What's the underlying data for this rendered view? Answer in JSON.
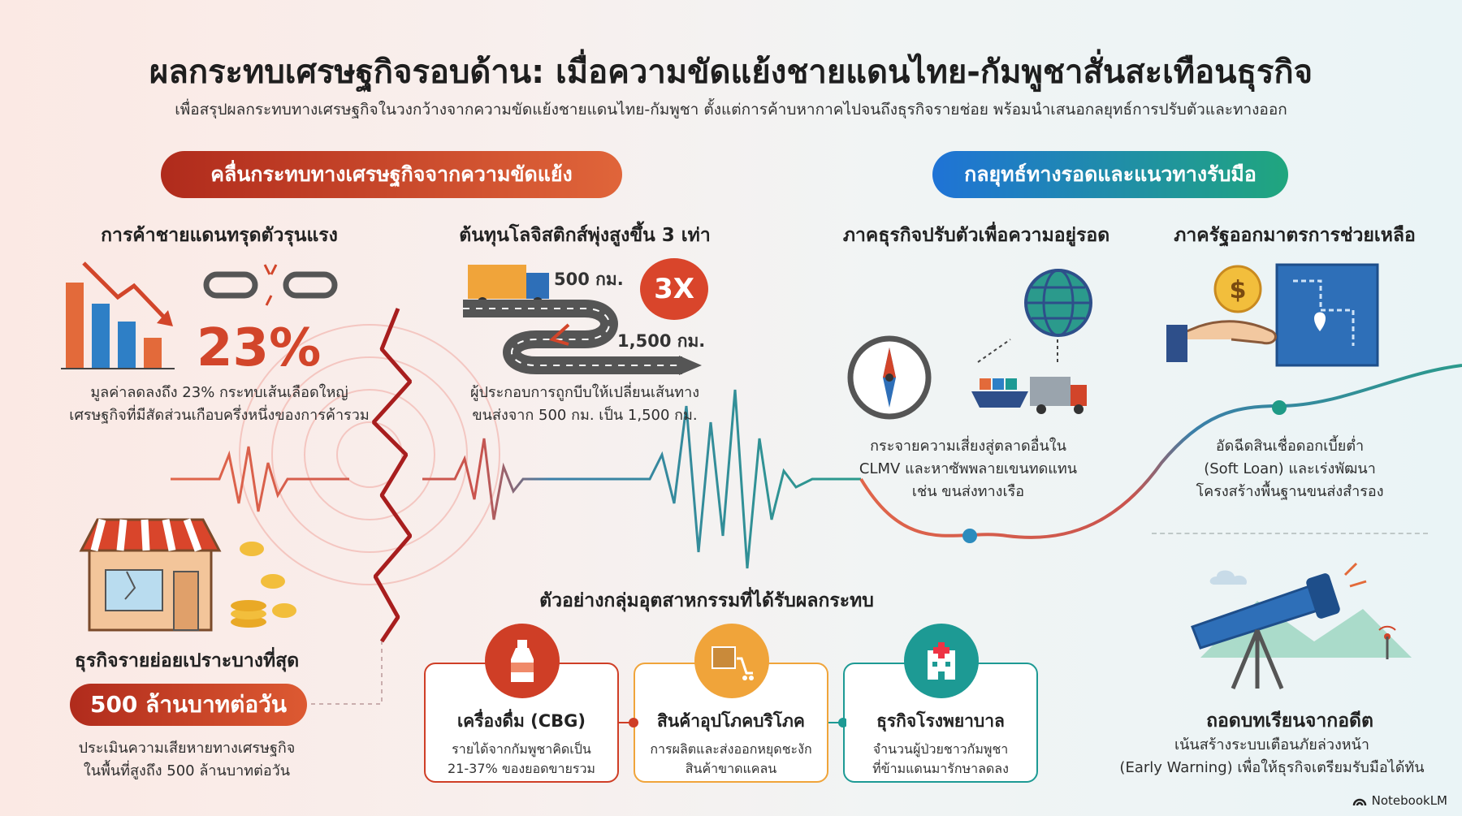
{
  "title": "ผลกระทบเศรษฐกิจรอบด้าน: เมื่อความขัดแย้งชายแดนไทย-กัมพูชาสั่นสะเทือนธุรกิจ",
  "subtitle": "เพื่อสรุปผลกระทบทางเศรษฐกิจในวงกว้างจากความขัดแย้งชายแดนไทย-กัมพูชา ตั้งแต่การค้าบหากาคไปจนถึงธุรกิจรายช่อย พร้อมนำเสนอกลยุทธ์การปรับตัวและทางออก",
  "left_section": {
    "label": "คลื่นกระทบทางเศรษฐกิจจากความขัดแย้ง",
    "trade": {
      "heading": "การค้าชายแดนทรุดตัวรุนแรง",
      "stat": "23%",
      "desc1": "มูลค่าลดลงถึง 23% กระทบเส้นเลือดใหญ่",
      "desc2": "เศรษฐกิจที่มีสัดส่วนเกือบครึ่งหนึ่งของการค้ารวม"
    },
    "logistics": {
      "heading": "ต้นทุนโลจิสติกส์พุ่งสูงขึ้น 3 เท่า",
      "route_short": "500 กม.",
      "route_long": "1,500 กม.",
      "multiplier": "3X",
      "desc1": "ผู้ประกอบการถูกบีบให้เปลี่ยนเส้นทาง",
      "desc2": "ขนส่งจาก 500 กม. เป็น 1,500 กม."
    },
    "retail": {
      "heading": "ธุรกิจรายย่อยเปราะบางที่สุด",
      "loss": "500 ล้านบาทต่อวัน",
      "desc1": "ประเมินความเสียหายทางเศรษฐกิจ",
      "desc2": "ในพื้นที่สูงถึง 500 ล้านบาทต่อวัน"
    }
  },
  "industries": {
    "heading": "ตัวอย่างกลุ่มอุตสาหกรรมที่ได้รับผลกระทบ",
    "cards": [
      {
        "title": "เครื่องดื่ม (CBG)",
        "d1": "รายได้จากกัมพูชาคิดเป็น",
        "d2": "21-37% ของยอดขายรวม",
        "color": "#cf3e26"
      },
      {
        "title": "สินค้าอุปโภคบริโภค",
        "d1": "การผลิตและส่งออกหยุดชะงัก",
        "d2": "สินค้าขาดแคลน",
        "color": "#f0a43a"
      },
      {
        "title": "ธุรกิจโรงพยาบาล",
        "d1": "จำนวนผู้ป่วยชาวกัมพูชา",
        "d2": "ที่ข้ามแดนมารักษาลดลง",
        "color": "#1d9a94"
      }
    ]
  },
  "right_section": {
    "label": "กลยุทธ์ทางรอดและแนวทางรับมือ",
    "business": {
      "heading": "ภาคธุรกิจปรับตัวเพื่อความอยู่รอด",
      "desc1": "กระจายความเสี่ยงสู่ตลาดอื่นใน",
      "desc2": "CLMV และหาซัพพลายเขนทดแทน",
      "desc3": "เช่น ขนส่งทางเรือ"
    },
    "government": {
      "heading": "ภาครัฐออกมาตรการช่วยเหลือ",
      "desc1": "อัดฉีดสินเชื่อดอกเบี้ยต่ำ",
      "desc2": "(Soft Loan) และเร่งพัฒนา",
      "desc3": "โครงสร้างพื้นฐานขนส่งสำรอง"
    },
    "lesson": {
      "heading": "ถอดบทเรียนจากอดีต",
      "desc1": "เน้นสร้างระบบเตือนภัยล่วงหน้า",
      "desc2": "(Early Warning) เพื่อให้ธุรกิจเตรียมรับมือได้ทัน"
    }
  },
  "footer": {
    "brand": "NotebookLM"
  },
  "colors": {
    "red": "#d2452a",
    "blue": "#1f73d6",
    "teal": "#1d9a94",
    "orange": "#f0a43a"
  }
}
